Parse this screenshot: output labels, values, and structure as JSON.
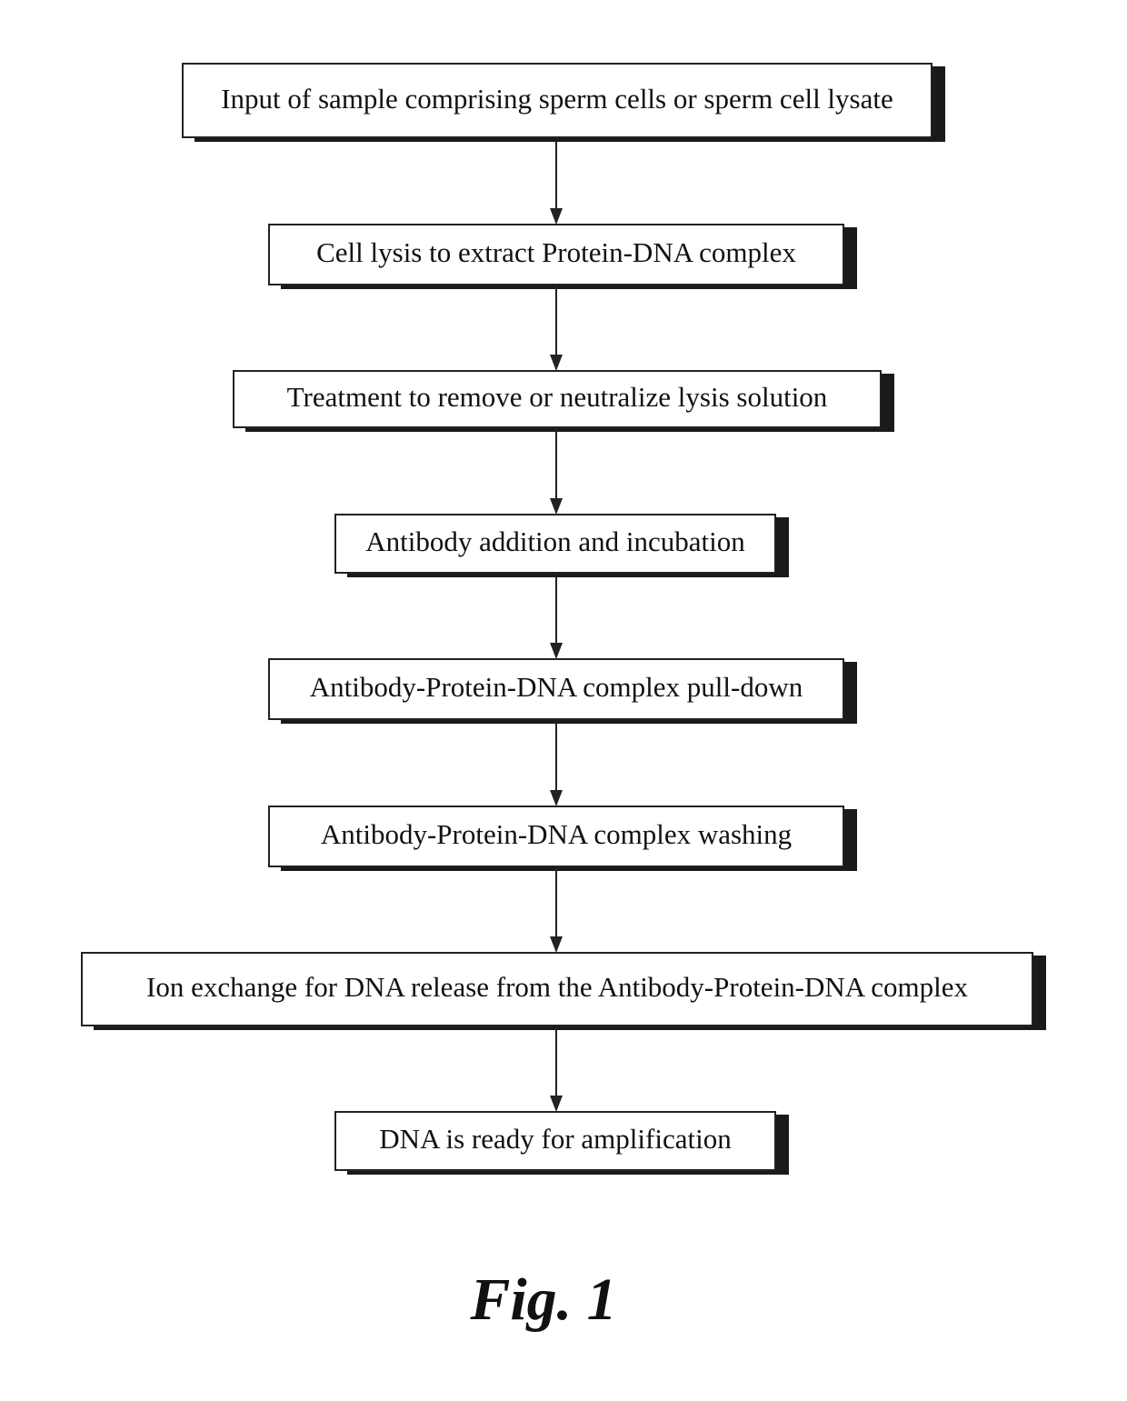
{
  "flowchart": {
    "steps": [
      "Input of sample comprising sperm cells or sperm cell lysate",
      "Cell lysis to extract Protein-DNA complex",
      "Treatment to remove or neutralize lysis solution",
      "Antibody addition and incubation",
      "Antibody-Protein-DNA complex pull-down",
      "Antibody-Protein-DNA complex washing",
      "Ion exchange for DNA release from the Antibody-Protein-DNA complex",
      "DNA is ready for amplification"
    ]
  },
  "figure_label": "Fig. 1"
}
